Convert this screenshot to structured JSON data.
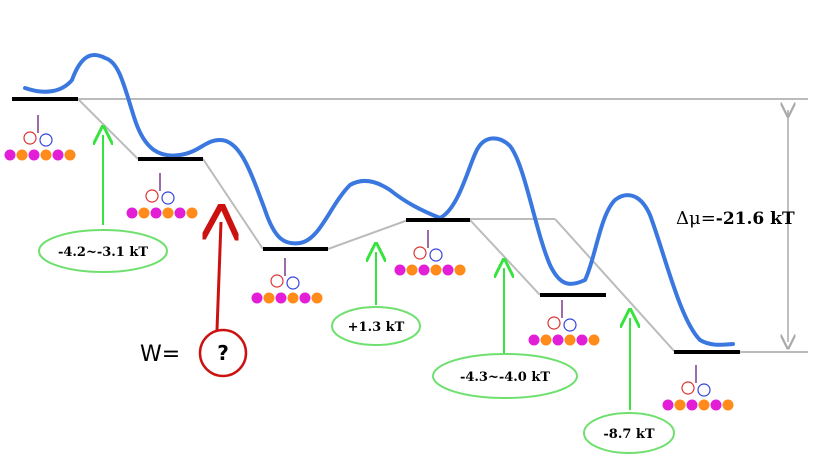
{
  "energy_changes": [
    {
      "label": "-4.2~-3.1 kT",
      "direction": "down",
      "arrow_color": "#39e33f"
    },
    {
      "label": "+1.3 kT",
      "direction": "up",
      "arrow_color": "#39e33f"
    },
    {
      "label": "-4.3~-4.0 kT",
      "direction": "down",
      "arrow_color": "#39e33f"
    },
    {
      "label": "-8.7 kT",
      "direction": "down",
      "arrow_color": "#39e33f"
    }
  ],
  "work": {
    "prefix": "W=",
    "value": "?",
    "color": "#cc1111"
  },
  "delta_mu": {
    "prefix": "Δμ=",
    "value": "-21.6 kT"
  },
  "colors": {
    "barrier_curve": "#3a78e0",
    "state_bar": "#000000",
    "connector": "#bbbbbb",
    "pill_border": "#6fe06f",
    "bead_magenta": "#e21fd6",
    "bead_orange": "#ff8c1a"
  },
  "icons": [
    "motor-state-icon",
    "up-arrow-icon"
  ]
}
